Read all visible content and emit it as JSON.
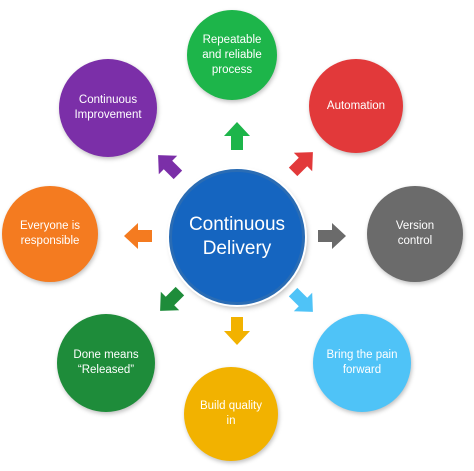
{
  "center": {
    "label": "Continuous\nDelivery",
    "color": "#1565c0"
  },
  "nodes": [
    {
      "id": "repeatable",
      "label": "Repeatable\nand reliable\nprocess",
      "color": "#1db54a",
      "arrow_color": "#1db54a"
    },
    {
      "id": "automation",
      "label": "Automation",
      "color": "#e2393a",
      "arrow_color": "#e2393a"
    },
    {
      "id": "version-control",
      "label": "Version\ncontrol",
      "color": "#6b6b6b",
      "arrow_color": "#6b6b6b"
    },
    {
      "id": "bring-pain-forward",
      "label": "Bring the pain\nforward",
      "color": "#4fc3f7",
      "arrow_color": "#4fc3f7"
    },
    {
      "id": "build-quality-in",
      "label": "Build quality\nin",
      "color": "#f2b200",
      "arrow_color": "#f2b200"
    },
    {
      "id": "done-means-released",
      "label": "Done means\n“Released”",
      "color": "#1e8c3a",
      "arrow_color": "#1e8c3a"
    },
    {
      "id": "everyone-responsible",
      "label": "Everyone is\nresponsible",
      "color": "#f47b20",
      "arrow_color": "#f47b20"
    },
    {
      "id": "continuous-improvement",
      "label": "Continuous\nImprovement",
      "color": "#7b2fa8",
      "arrow_color": "#7b2fa8"
    }
  ]
}
